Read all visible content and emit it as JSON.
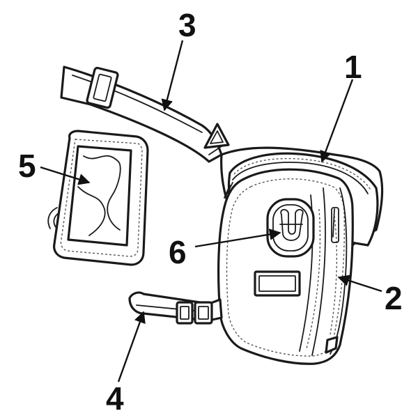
{
  "callouts": [
    {
      "id": "1",
      "label": "1"
    },
    {
      "id": "2",
      "label": "2"
    },
    {
      "id": "3",
      "label": "3"
    },
    {
      "id": "4",
      "label": "4"
    },
    {
      "id": "5",
      "label": "5"
    },
    {
      "id": "6",
      "label": "6"
    }
  ],
  "colors": {
    "ink": "#1a1a1a",
    "paper": "#ffffff"
  }
}
